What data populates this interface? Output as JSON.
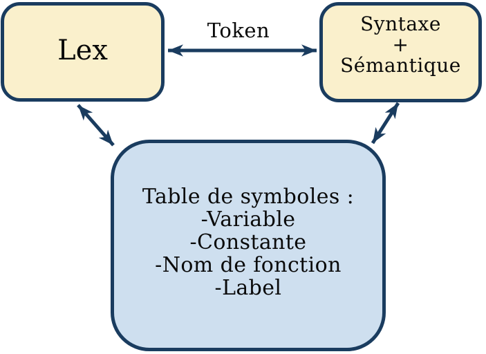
{
  "colors": {
    "background": "#ffffff",
    "node_fill_cream": "#faf0cc",
    "node_fill_blue": "#cedfef",
    "stroke_navy": "#1a3c5f",
    "text": "#0a0a0a"
  },
  "nodes": {
    "lex": {
      "label": "Lex"
    },
    "syntax_semantics": {
      "lines": [
        "Syntaxe",
        "+",
        "Sémantique"
      ]
    },
    "symbol_table": {
      "lines": [
        "Table de symboles :",
        "-Variable",
        "-Constante",
        "-Nom de fonction",
        "-Label"
      ]
    }
  },
  "edges": {
    "token": {
      "label": "Token",
      "type": "double-arrow",
      "between": [
        "lex",
        "syntax_semantics"
      ]
    },
    "lex_symbol_table": {
      "type": "double-arrow",
      "between": [
        "lex",
        "symbol_table"
      ]
    },
    "syntax_symbol_table": {
      "type": "double-arrow",
      "between": [
        "syntax_semantics",
        "symbol_table"
      ]
    }
  }
}
